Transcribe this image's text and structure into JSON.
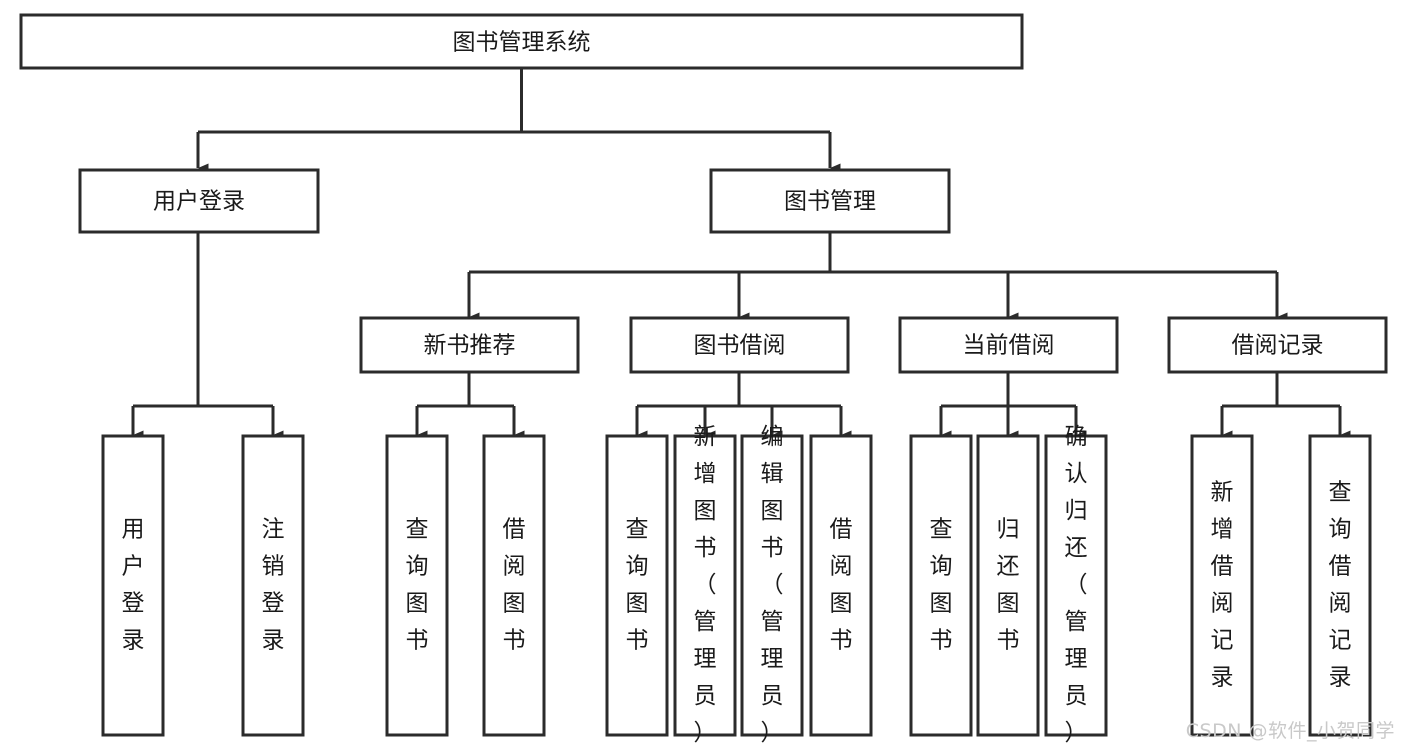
{
  "diagram": {
    "type": "tree",
    "title": "图书管理系统",
    "orientation": "top-down",
    "colors": {
      "box_stroke": "#2b2b2b",
      "box_fill": "#ffffff",
      "connector": "#2b2b2b",
      "text": "#1a1a1a",
      "watermark": "#c9c9c9",
      "background": "#ffffff"
    },
    "root": {
      "label": "图书管理系统",
      "text_orientation": "horizontal"
    },
    "level2": [
      {
        "label": "用户登录",
        "text_orientation": "horizontal"
      },
      {
        "label": "图书管理",
        "text_orientation": "horizontal"
      }
    ],
    "level3": [
      {
        "label": "新书推荐",
        "text_orientation": "horizontal",
        "parent": "图书管理"
      },
      {
        "label": "图书借阅",
        "text_orientation": "horizontal",
        "parent": "图书管理"
      },
      {
        "label": "当前借阅",
        "text_orientation": "horizontal",
        "parent": "图书管理"
      },
      {
        "label": "借阅记录",
        "text_orientation": "horizontal",
        "parent": "图书管理"
      }
    ],
    "leaves": {
      "用户登录": [
        {
          "label": "用户登录",
          "chars": [
            "用",
            "户",
            "登",
            "录"
          ]
        },
        {
          "label": "注销登录",
          "chars": [
            "注",
            "销",
            "登",
            "录"
          ]
        }
      ],
      "新书推荐": [
        {
          "label": "查询图书",
          "chars": [
            "查",
            "询",
            "图",
            "书"
          ]
        },
        {
          "label": "借阅图书",
          "chars": [
            "借",
            "阅",
            "图",
            "书"
          ]
        }
      ],
      "图书借阅": [
        {
          "label": "查询图书",
          "chars": [
            "查",
            "询",
            "图",
            "书"
          ]
        },
        {
          "label": "新增图书（管理员）",
          "chars": [
            "新",
            "增",
            "图",
            "书",
            "（",
            "管",
            "理",
            "员",
            "）"
          ]
        },
        {
          "label": "编辑图书（管理员）",
          "chars": [
            "编",
            "辑",
            "图",
            "书",
            "（",
            "管",
            "理",
            "员",
            "）"
          ]
        },
        {
          "label": "借阅图书",
          "chars": [
            "借",
            "阅",
            "图",
            "书"
          ]
        }
      ],
      "当前借阅": [
        {
          "label": "查询图书",
          "chars": [
            "查",
            "询",
            "图",
            "书"
          ]
        },
        {
          "label": "归还图书",
          "chars": [
            "归",
            "还",
            "图",
            "书"
          ]
        },
        {
          "label": "确认归还（管理员）",
          "chars": [
            "确",
            "认",
            "归",
            "还",
            "（",
            "管",
            "理",
            "员",
            "）"
          ]
        }
      ],
      "借阅记录": [
        {
          "label": "新增借阅记录",
          "chars": [
            "新",
            "增",
            "借",
            "阅",
            "记",
            "录"
          ]
        },
        {
          "label": "查询借阅记录",
          "chars": [
            "查",
            "询",
            "借",
            "阅",
            "记",
            "录"
          ]
        }
      ]
    }
  },
  "watermark": {
    "text": "CSDN @软件_小贺同学"
  }
}
